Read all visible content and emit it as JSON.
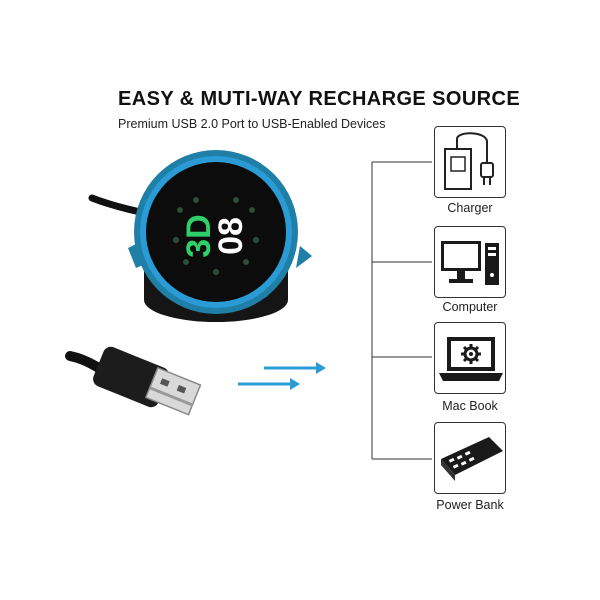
{
  "header": {
    "title": "EASY & MUTI-WAY RECHARGE SOURCE",
    "subtitle": "Premium USB 2.0 Port to USB-Enabled Devices"
  },
  "watch": {
    "face_text_top": "3D",
    "face_text_bottom": "08"
  },
  "devices": [
    {
      "label": "Charger",
      "icon": "wall-charger-icon"
    },
    {
      "label": "Computer",
      "icon": "desktop-computer-icon"
    },
    {
      "label": "Mac Book",
      "icon": "laptop-icon"
    },
    {
      "label": "Power Bank",
      "icon": "power-bank-icon"
    }
  ],
  "colors": {
    "accent_blue": "#2b9bd6",
    "watch_case": "#1f7fa6",
    "dark": "#1a1a1a"
  }
}
